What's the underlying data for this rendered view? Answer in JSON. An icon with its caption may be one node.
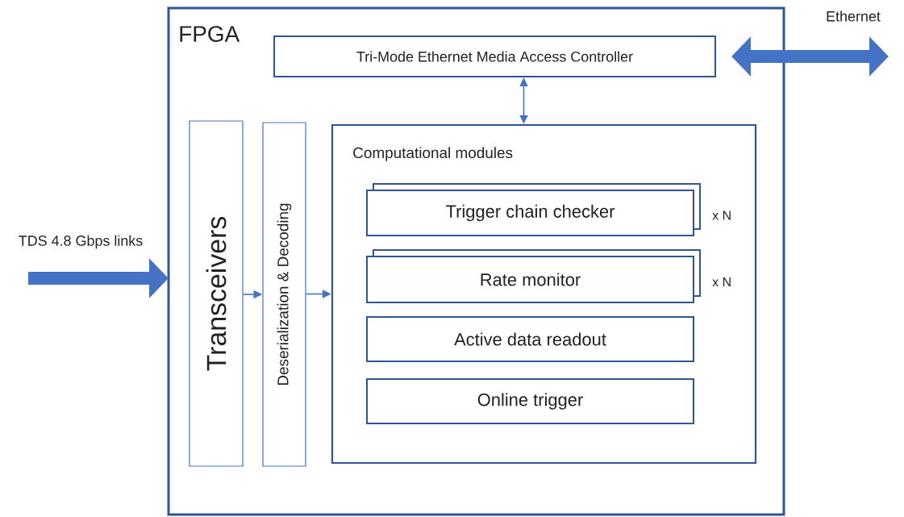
{
  "diagram": {
    "nodes": [
      {
        "text": [
          "FPGA"
        ]
      },
      {
        "text": [
          "Tri-Mode Ethernet Media Access Controller"
        ],
        "in": 0
      },
      {
        "text": [
          "Transceivers"
        ],
        "in": 0
      },
      {
        "text": [
          "Deserialization & Decoding"
        ],
        "in": 0
      },
      {
        "text": [
          "Computational modules"
        ],
        "in": 0
      },
      {
        "text": [
          "Trigger chain checker"
        ],
        "in": 4,
        "beside": [
          "x N"
        ]
      },
      {
        "text": [
          "Rate monitor"
        ],
        "in": 4,
        "beside": [
          "x N"
        ]
      },
      {
        "text": [
          "Active data readout"
        ],
        "in": 4
      },
      {
        "text": [
          "Online trigger"
        ],
        "in": 4
      }
    ],
    "edges": [
      {
        "from": null,
        "to": 0,
        "arrow": "to",
        "label": "TDS 4.8 Gbps links",
        "style": "thick"
      },
      {
        "from": 2,
        "to": 3,
        "arrow": "to"
      },
      {
        "from": 3,
        "to": 4,
        "arrow": "to"
      },
      {
        "from": 1,
        "to": 4,
        "arrow": "both"
      },
      {
        "from": 1,
        "to": null,
        "arrow": "both",
        "label": "Ethernet",
        "style": "thick"
      }
    ]
  }
}
